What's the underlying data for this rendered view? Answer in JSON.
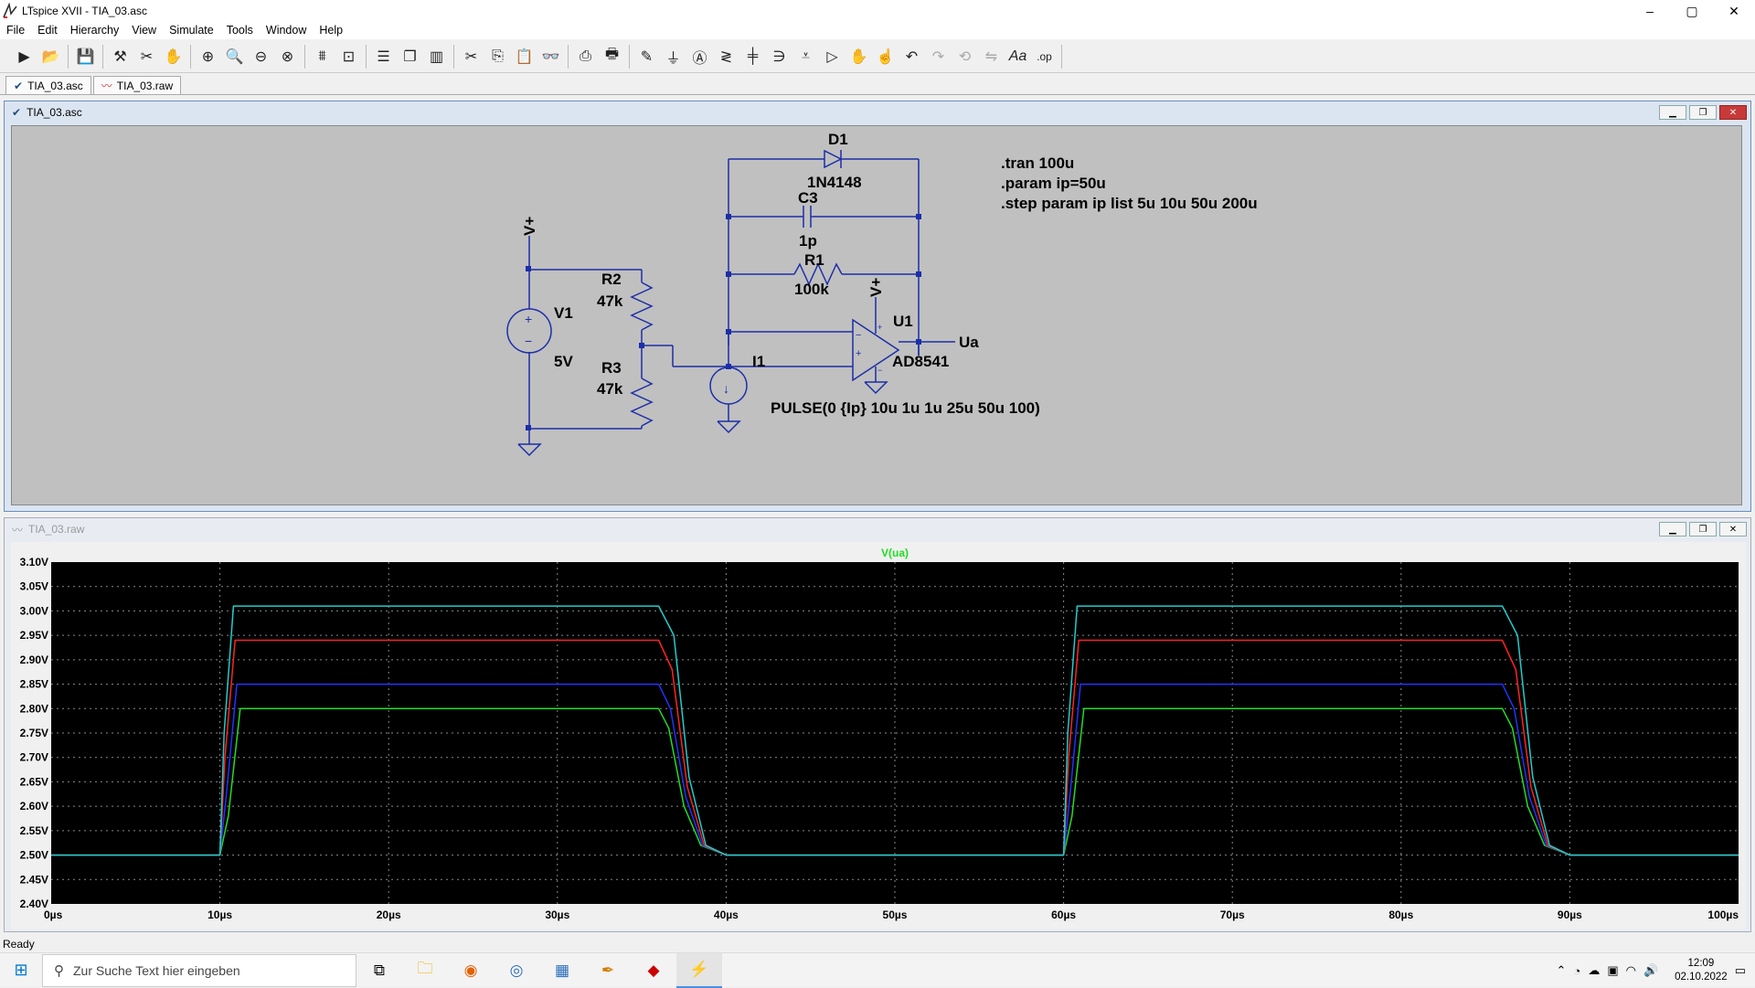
{
  "window": {
    "title": "LTspice XVII - TIA_03.asc",
    "minimize": "–",
    "maximize": "▢",
    "close": "✕"
  },
  "menu": [
    "File",
    "Edit",
    "Hierarchy",
    "View",
    "Simulate",
    "Tools",
    "Window",
    "Help"
  ],
  "toolbar_icons": [
    "run-icon",
    "open-icon",
    "save-icon",
    "control-panel-icon",
    "halt-icon",
    "pan-icon",
    "zoom-in-icon",
    "zoom-back-icon",
    "zoom-out-icon",
    "zoom-fit-icon",
    "autorange-icon",
    "delete-trace-icon",
    "tile-horizontal-icon",
    "cascade-icon",
    "tile-vertical-icon",
    "cut-icon",
    "copy-icon",
    "paste-icon",
    "find-icon",
    "print-setup-icon",
    "print-icon",
    "wire-icon",
    "ground-icon",
    "label-icon",
    "resistor-icon",
    "capacitor-icon",
    "inductor-icon",
    "diode-icon",
    "component-icon",
    "move-icon",
    "drag-icon",
    "undo-icon",
    "redo-icon",
    "rotate-icon",
    "mirror-icon",
    "text-icon",
    "spice-directive-icon"
  ],
  "tabs": [
    {
      "label": "TIA_03.asc",
      "icon": "schematic-icon"
    },
    {
      "label": "TIA_03.raw",
      "icon": "waveform-icon"
    }
  ],
  "schematic": {
    "title": "TIA_03.asc",
    "labels": {
      "d1": "D1",
      "d1_val": "1N4148",
      "c3": "C3",
      "c3_val": "1p",
      "r1": "R1",
      "r1_val": "100k",
      "r2": "R2",
      "r2_val": "47k",
      "r3": "R3",
      "r3_val": "47k",
      "v1": "V1",
      "v1_val": "5V",
      "i1": "I1",
      "i1_val": "PULSE(0 {Ip} 10u 1u 1u 25u 50u 100)",
      "u1": "U1",
      "u1_val": "AD8541",
      "vplus": "V+",
      "vplus2": "V+",
      "ua": "Ua"
    },
    "directives": [
      ".tran 100u",
      ".param ip=50u",
      ".step param ip list 5u 10u 50u 200u"
    ]
  },
  "waveform": {
    "title": "TIA_03.raw"
  },
  "chart_data": {
    "type": "line",
    "title": "V(ua)",
    "xlabel": "",
    "ylabel": "",
    "xlim": [
      0,
      100
    ],
    "ylim": [
      2.4,
      3.1
    ],
    "x_ticks": [
      "0µs",
      "10µs",
      "20µs",
      "30µs",
      "40µs",
      "50µs",
      "60µs",
      "70µs",
      "80µs",
      "90µs",
      "100µs"
    ],
    "y_ticks": [
      "2.40V",
      "2.45V",
      "2.50V",
      "2.55V",
      "2.60V",
      "2.65V",
      "2.70V",
      "2.75V",
      "2.80V",
      "2.85V",
      "2.90V",
      "2.95V",
      "3.00V",
      "3.05V",
      "3.10V"
    ],
    "grid": true,
    "series": [
      {
        "color": "#22dd22",
        "x": [
          0,
          10,
          10.5,
          11.2,
          36,
          36.6,
          37.5,
          38.5,
          40,
          60,
          60.5,
          61.2,
          86,
          86.6,
          87.5,
          88.5,
          90,
          100
        ],
        "y": [
          2.5,
          2.5,
          2.58,
          2.8,
          2.8,
          2.76,
          2.6,
          2.52,
          2.5,
          2.5,
          2.58,
          2.8,
          2.8,
          2.76,
          2.6,
          2.52,
          2.5,
          2.5
        ]
      },
      {
        "color": "#2233ff",
        "x": [
          0,
          10,
          10.4,
          11.0,
          36,
          36.7,
          37.6,
          38.6,
          40,
          60,
          60.4,
          61.0,
          86,
          86.7,
          87.6,
          88.6,
          90,
          100
        ],
        "y": [
          2.5,
          2.5,
          2.63,
          2.85,
          2.85,
          2.8,
          2.62,
          2.52,
          2.5,
          2.5,
          2.63,
          2.85,
          2.85,
          2.8,
          2.62,
          2.52,
          2.5,
          2.5
        ]
      },
      {
        "color": "#ff2222",
        "x": [
          0,
          10,
          10.3,
          10.9,
          36,
          36.8,
          37.7,
          38.7,
          40,
          60,
          60.3,
          60.9,
          86,
          86.8,
          87.7,
          88.7,
          90,
          100
        ],
        "y": [
          2.5,
          2.5,
          2.7,
          2.94,
          2.94,
          2.88,
          2.64,
          2.52,
          2.5,
          2.5,
          2.7,
          2.94,
          2.94,
          2.88,
          2.64,
          2.52,
          2.5,
          2.5
        ]
      },
      {
        "color": "#22cccc",
        "x": [
          0,
          10,
          10.25,
          10.8,
          36,
          36.9,
          37.8,
          38.8,
          40,
          60,
          60.25,
          60.8,
          86,
          86.9,
          87.8,
          88.8,
          90,
          100
        ],
        "y": [
          2.5,
          2.5,
          2.75,
          3.01,
          3.01,
          2.95,
          2.66,
          2.52,
          2.5,
          2.5,
          2.75,
          3.01,
          3.01,
          2.95,
          2.66,
          2.52,
          2.5,
          2.5
        ]
      }
    ]
  },
  "status": "Ready",
  "taskbar": {
    "search_placeholder": "Zur Suche Text hier eingeben",
    "time": "12:09",
    "date": "02.10.2022"
  }
}
